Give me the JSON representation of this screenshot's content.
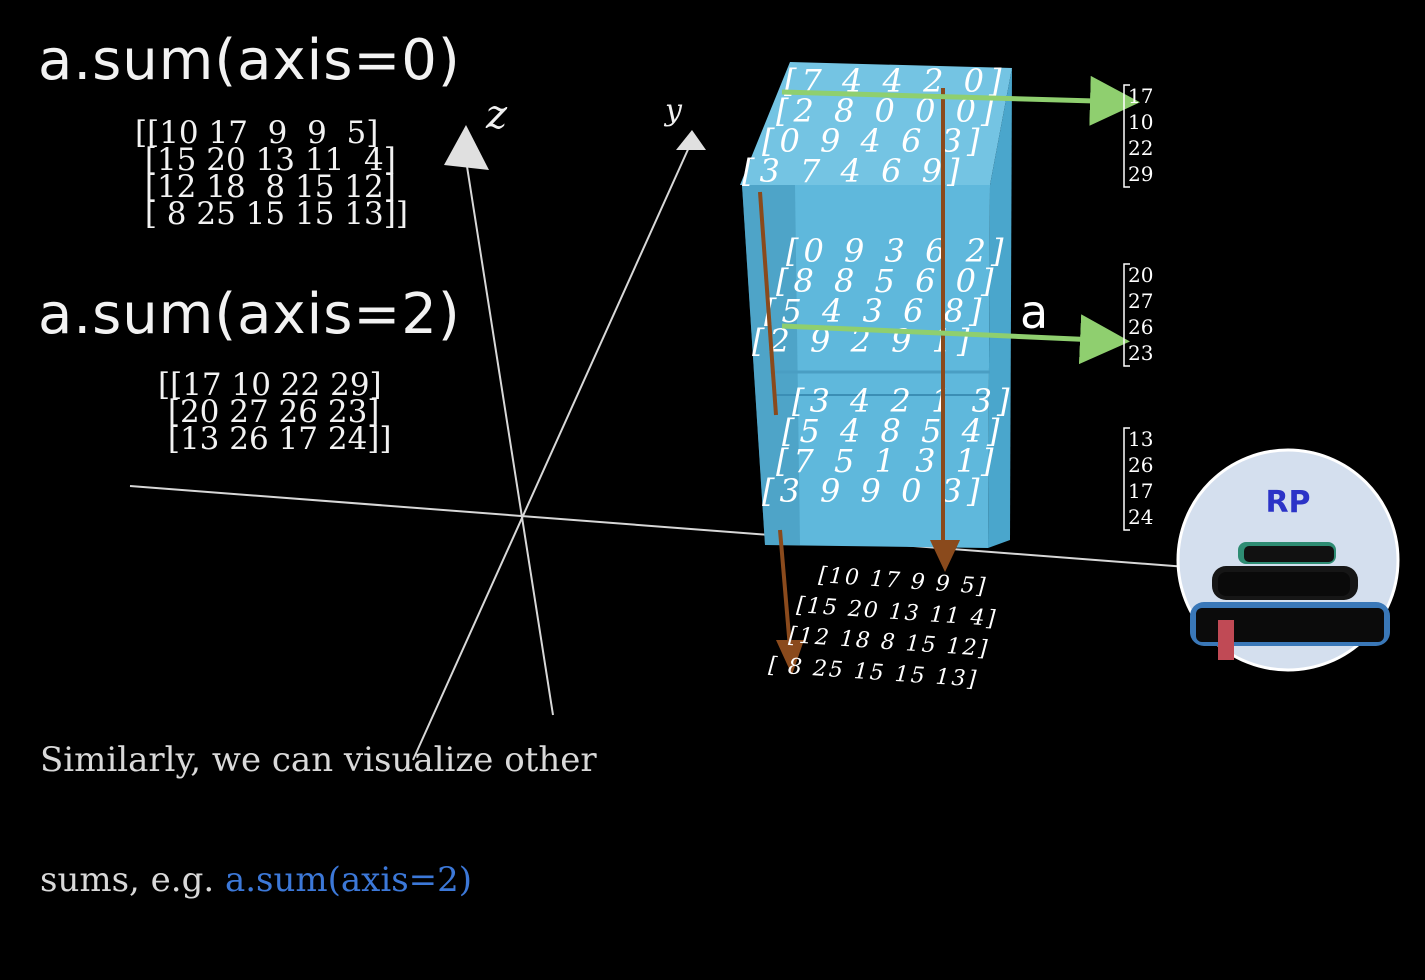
{
  "heading_axis0": "a.sum(axis=0)",
  "result_axis0": [
    "[[10 17  9  9  5]",
    " [15 20 13 11  4]",
    " [12 18  8 15 12]",
    " [ 8 25 15 15 13]]"
  ],
  "heading_axis2": "a.sum(axis=2)",
  "result_axis2": [
    "[[17 10 22 29]",
    " [20 27 26 23]",
    " [13 26 17 24]]"
  ],
  "caption": {
    "line1": "Similarly, we can visualize other",
    "line2_prefix": "sums, e.g. ",
    "line2_highlight": "a.sum(axis=2)"
  },
  "axis_labels": {
    "z": "z",
    "y": "y"
  },
  "array_label": "a",
  "cube": {
    "slices": [
      [
        "[7 4 4 2 0]",
        "[2 8 0 0 0]",
        "[0 9 4 6 3]",
        "[3 7 4 6 9]"
      ],
      [
        "[0 9 3 6 2]",
        "[8 8 5 6 0]",
        "[5 4 3 6 8]",
        "[2 9 2 9 1]"
      ],
      [
        "[3 4 2 1 3]",
        "[5 4 8 5 4]",
        "[7 5 1 3 1]",
        "[3 9 9 0 3]"
      ]
    ]
  },
  "right_sums": [
    [
      "17",
      "10",
      "22",
      "29"
    ],
    [
      "20",
      "27",
      "26",
      "23"
    ],
    [
      "13",
      "26",
      "17",
      "24"
    ]
  ],
  "bottom_sums": [
    "[10 17 9 9 5]",
    "[15 20 13 11 4]",
    "[12 18 8 15 12]",
    "[ 8 25 15 15 13]"
  ],
  "logo": {
    "text": "RP"
  },
  "colors": {
    "background": "#000000",
    "cube_fill": "#5fb8dc",
    "arrow_green": "#8fcf6f",
    "arrow_brown": "#8a4a1c",
    "highlight_blue": "#3c78d8",
    "logo_bg": "#d4dfee"
  }
}
